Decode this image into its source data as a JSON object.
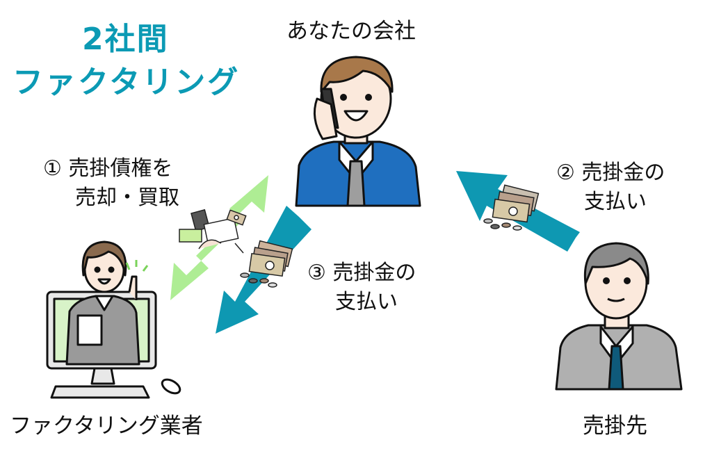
{
  "title": {
    "line1": "2社間",
    "line2": "ファクタリング"
  },
  "parties": {
    "your_company": "あなたの会社",
    "factoring_company": "ファクタリング業者",
    "customer": "売掛先"
  },
  "steps": [
    {
      "number": "①",
      "line1": "① 売掛債権を",
      "line2": "売却・買取"
    },
    {
      "number": "②",
      "line1": "② 売掛金の",
      "line2": "支払い"
    },
    {
      "number": "③",
      "line1": "③ 売掛金の",
      "line2": "支払い"
    }
  ],
  "colors": {
    "title": "#0b9ab4",
    "arrow_green": "#aeed94",
    "arrow_teal": "#0e98b2",
    "suit_blue": "#1f6fbf",
    "suit_gray": "#a8a8a8",
    "hair_brown": "#a8784a",
    "skin": "#fbe9dc"
  }
}
